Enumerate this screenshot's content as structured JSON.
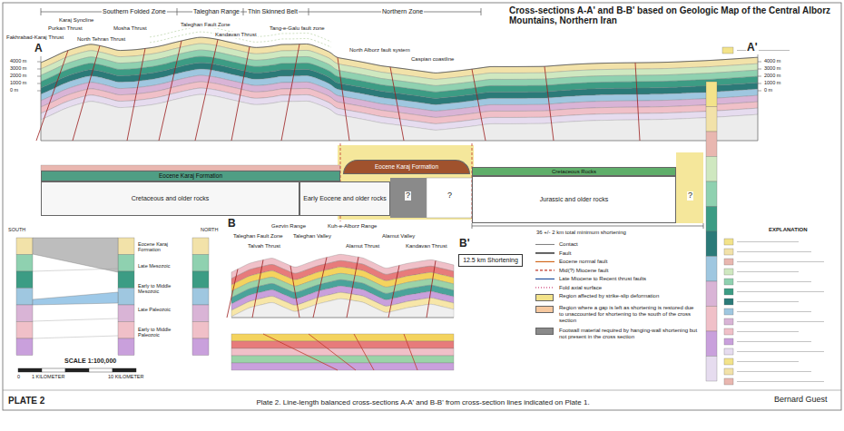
{
  "diagram": {
    "title": "Cross-sections A-A' and B-B' based on Geologic Map of the Central Alborz Mountains, Northern Iran",
    "caption": "Plate 2. Line-length balanced cross-sections A-A' and B-B' from cross-section lines indicated on Plate 1.",
    "nodes": [
      {
        "text": [
          "Eocene Karaj Formation"
        ]
      },
      {
        "text": [
          "Eocene Karaj Formation"
        ]
      },
      {
        "text": [
          "Cretaceous Rocks"
        ]
      },
      {
        "text": [
          "Cretaceous and older rocks"
        ]
      },
      {
        "text": [
          "Early Eocene and older rocks"
        ]
      },
      {
        "text": [
          "Jurassic and older rocks"
        ]
      },
      {
        "text": [
          "12.5 km Shortening"
        ]
      }
    ],
    "labels": [
      "Southern Folded Zone",
      "Taleghan Range",
      "Thin Skinned Belt",
      "Northern Zone",
      "Fakhrabad-Karaj Thrust",
      "Purkan Thrust",
      "Karaj Syncline",
      "North Tehran Thrust",
      "Mosha Thrust",
      "Taleghan Fault Zone",
      "Kandavan Thrust",
      "Tang-e-Galu fault zone",
      "North Alborz fault system",
      "Caspian coastline",
      "A",
      "A'",
      "4000 m",
      "3000 m",
      "2000 m",
      "1000 m",
      "0 m",
      "4000 m",
      "3000 m",
      "2000 m",
      "1000 m",
      "0 m",
      "?",
      "?",
      "?",
      "36 +/- 2 km total minimum shortening",
      "B",
      "Gezvin Range",
      "Kuh-e-Alborz Range",
      "Taleghan Fault Zone",
      "Taleghan Valley",
      "Alamut Valley",
      "Talvah Thrust",
      "Alamut Thrust",
      "Kandavan Thrust",
      "B'",
      "SOUTH",
      "NORTH",
      "Eocene Karaj Formation",
      "Late Mesozoic",
      "Early to Middle Mesozoic",
      "Late Paleozoic",
      "Early to Middle Paleozoic",
      "SCALE 1:100,000",
      "0",
      "1 KILOMETER",
      "10 KILOMETER",
      "EXPLANATION",
      "PLATE 2",
      "Bernard Guest"
    ],
    "legend": [
      {
        "text": "Contact"
      },
      {
        "text": "Fault"
      },
      {
        "text": "Eocene normal fault"
      },
      {
        "text": "Mid(?) Miocene fault"
      },
      {
        "text": "Late Miocene to Recent thrust faults"
      },
      {
        "text": "Fold axial surface"
      },
      {
        "text": "Region affected by strike-slip deformation",
        "color": "#f3e38a"
      },
      {
        "text": "Region where a gap is left as shortening is restored due to unaccounted for shortening to the south of the cross section",
        "color": "#f6c89f"
      },
      {
        "text": "Footwall material required by hanging-wall shortening but not present in the cross section",
        "color": "#8a8a8a"
      }
    ]
  }
}
